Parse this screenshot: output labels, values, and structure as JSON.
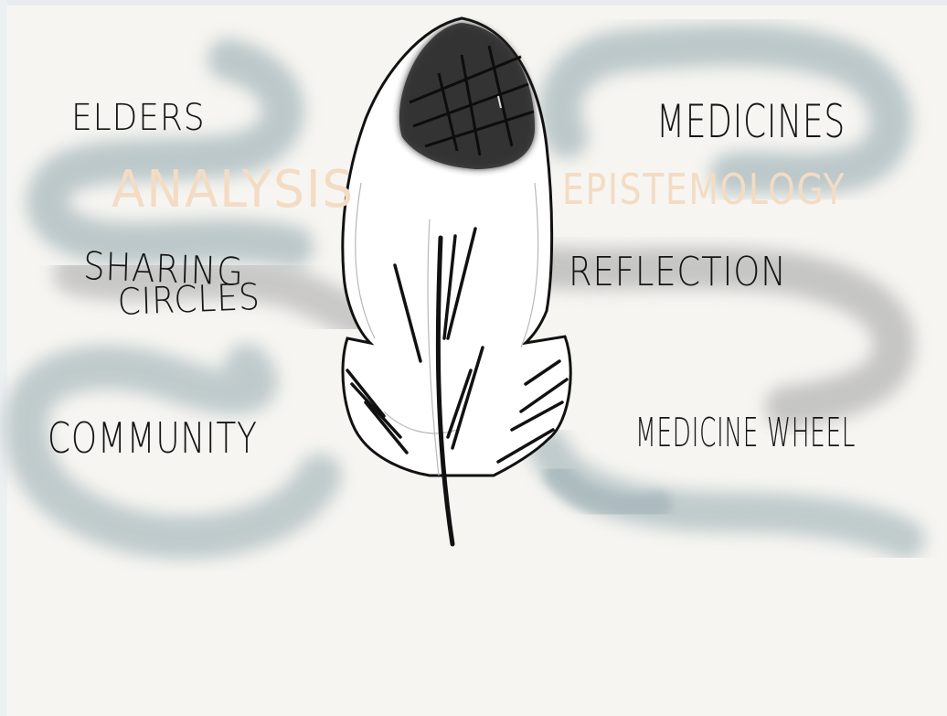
{
  "sketch": {
    "left_terms": {
      "elders": "ELDERS",
      "analysis": "ANALYSIS",
      "sharing_circles_line1": "SHARING",
      "sharing_circles_line2": "CIRCLES",
      "community": "COMMUNITY"
    },
    "right_terms": {
      "medicines": "MEDICINES",
      "epistemology": "EPISTEMOLOGY",
      "reflection": "REFLECTION",
      "medicine_wheel": "MEDICINE WHEEL"
    },
    "center_icon": "feather-icon",
    "colors": {
      "background": "#f6f5f1",
      "ink": "#151515",
      "blue_gray_wash": "#a9b9bd",
      "gray_wash": "#b3b3b3",
      "faint_orange_text": "#f3dcc3",
      "feather_tip": "#2b2b2b"
    }
  }
}
